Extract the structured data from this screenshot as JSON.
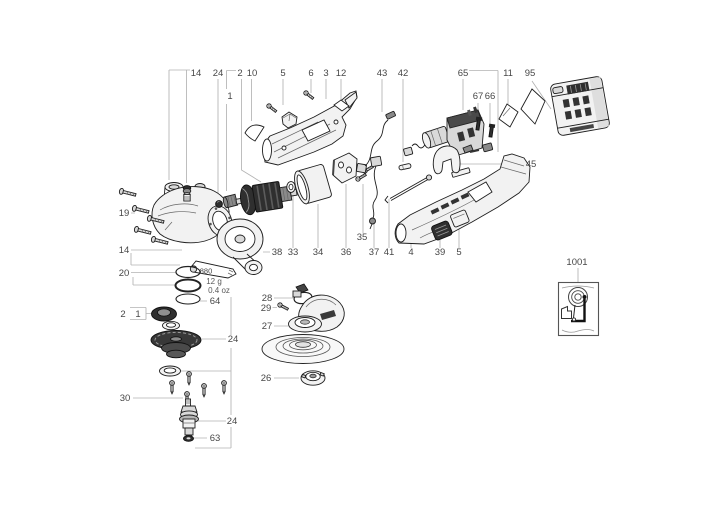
{
  "diagram_type": "exploded-parts-diagram",
  "product": "cordless-angle-grinder",
  "labels": [
    "14",
    "24",
    "2",
    "10",
    "5",
    "6",
    "3",
    "12",
    "43",
    "42",
    "65",
    "11",
    "95",
    "1",
    "67",
    "66",
    "45",
    "19",
    "14",
    "20",
    "2",
    "1",
    "64",
    "24",
    "28",
    "29",
    "27",
    "26",
    "30",
    "24",
    "63",
    "38",
    "33",
    "34",
    "36",
    "35",
    "37",
    "41",
    "4",
    "39",
    "5",
    "1001"
  ],
  "grease": {
    "code": "880",
    "mass_g": "12 g",
    "mass_oz": "0.4 oz"
  },
  "inset": {
    "label": "1001"
  }
}
